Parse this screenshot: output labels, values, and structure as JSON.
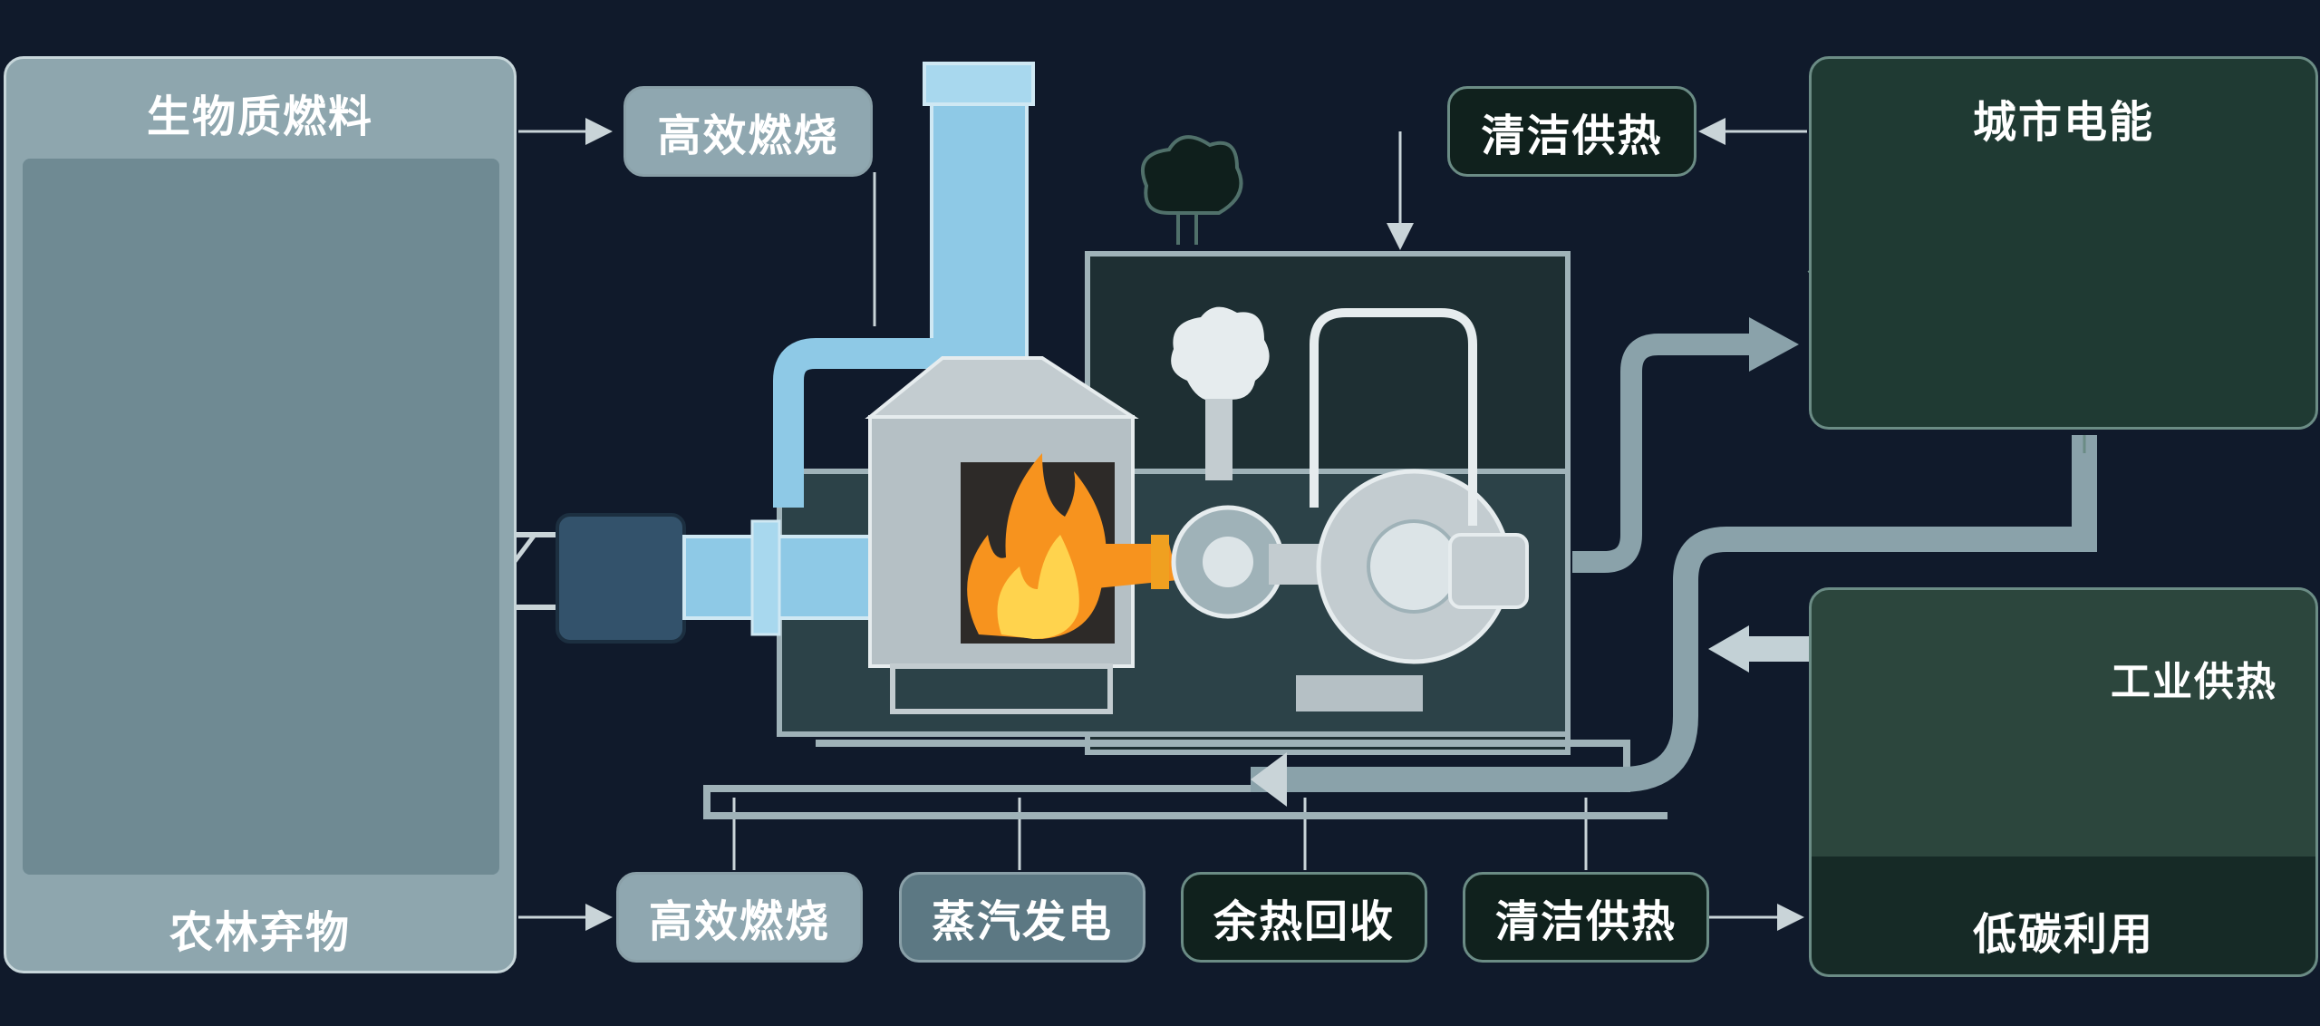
{
  "labels": {
    "biomass_fuel": "生物质燃料",
    "agri_forest_waste": "农林弃物",
    "efficient_combustion_top": "高效燃烧",
    "clean_heating_top": "清洁供热",
    "urban_power": "城市电能",
    "industrial_heating": "工业供热",
    "low_carbon_use": "低碳利用",
    "efficient_combustion_bottom": "高效燃烧",
    "steam_power": "蒸汽发电",
    "waste_heat_recovery": "余热回收",
    "clean_heating_bottom": "清洁供热"
  },
  "colors": {
    "background": "#101a2b",
    "pipe_blue": "#8ec9e6",
    "flame_orange": "#f7931e",
    "flame_yellow": "#ffd34d",
    "panel_gray": "#8ea6ae",
    "panel_dark_green": "#1f3a33"
  }
}
